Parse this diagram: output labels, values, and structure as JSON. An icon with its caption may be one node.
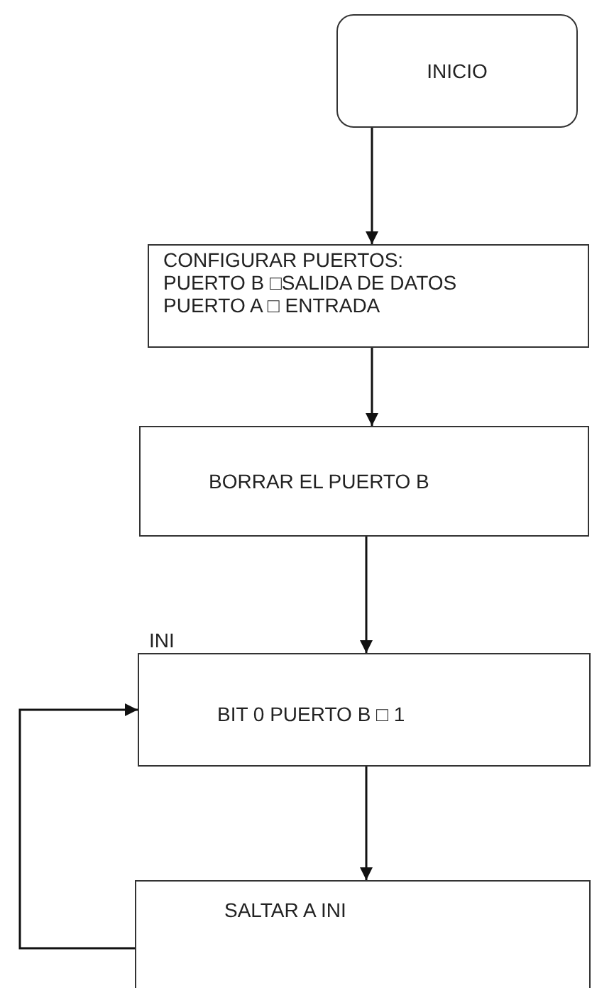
{
  "diagram": {
    "nodes": [
      {
        "text": [
          "INICIO"
        ]
      },
      {
        "text": [
          "CONFIGURAR PUERTOS:",
          "PUERTO B □SALIDA DE DATOS",
          "PUERTO A □ ENTRADA"
        ]
      },
      {
        "text": [
          "BORRAR EL PUERTO B"
        ]
      },
      {
        "text": [
          "BIT 0 PUERTO B □ 1"
        ],
        "beside": [
          "INI"
        ]
      },
      {
        "text": [
          "SALTAR A INI"
        ]
      }
    ],
    "edges": [
      {
        "from": 0,
        "to": 1,
        "arrow": "to"
      },
      {
        "from": 1,
        "to": 2,
        "arrow": "to"
      },
      {
        "from": 2,
        "to": 3,
        "arrow": "to"
      },
      {
        "from": 3,
        "to": 4,
        "arrow": "to"
      },
      {
        "from": 4,
        "to": 3,
        "arrow": "to"
      }
    ]
  }
}
